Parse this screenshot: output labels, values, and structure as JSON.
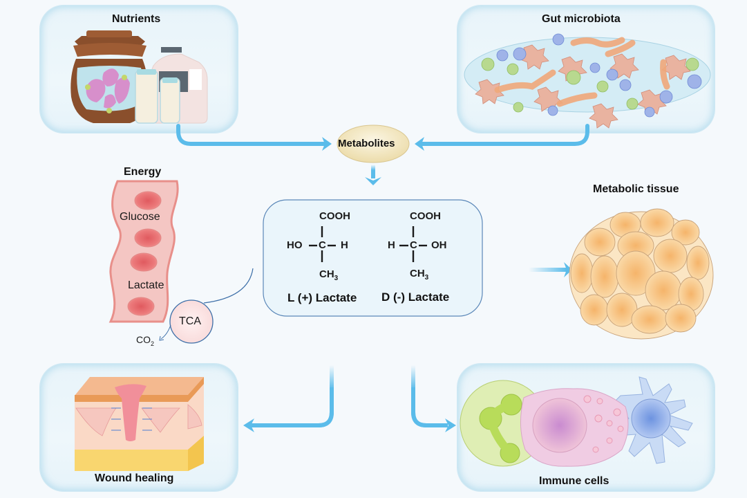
{
  "diagram": {
    "panels": {
      "nutrients": {
        "title": "Nutrients"
      },
      "gut_microbiota": {
        "title": "Gut microbiota"
      },
      "wound_healing": {
        "title": "Wound healing"
      },
      "immune_cells": {
        "title": "Immune cells"
      }
    },
    "metabolites": {
      "label": "Metabolites"
    },
    "energy": {
      "title": "Energy",
      "glucose": "Glucose",
      "lactate": "Lactate",
      "tca": "TCA",
      "co2": "CO",
      "co2_sub": "2"
    },
    "metabolic_tissue": {
      "title": "Metabolic tissue"
    },
    "lactate_box": {
      "l_form": {
        "top": "COOH",
        "left": "HO",
        "center": "C",
        "right": "H",
        "bottom": "CH",
        "bottom_sub": "3",
        "name": "L (+) Lactate"
      },
      "d_form": {
        "top": "COOH",
        "left": "H",
        "center": "C",
        "right": "OH",
        "bottom": "CH",
        "bottom_sub": "3",
        "name": "D (-) Lactate"
      }
    },
    "colors": {
      "arrow": "#5bbcea",
      "panel_glow": "#9fd2ea",
      "vessel": "#f2b7b4",
      "rbc": "#e86a6c",
      "fat_cell": "#f7c98a",
      "metabolites_fill": "#f4ebcc"
    }
  }
}
